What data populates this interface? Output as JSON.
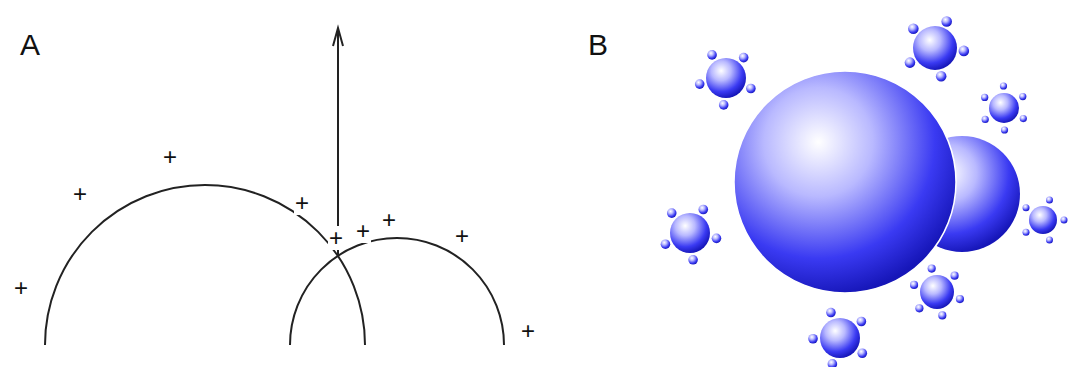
{
  "diagram": {
    "labels": [
      "A",
      "B",
      "+",
      "+",
      "+",
      "+",
      "+",
      "+",
      "+",
      "+",
      "+"
    ]
  }
}
